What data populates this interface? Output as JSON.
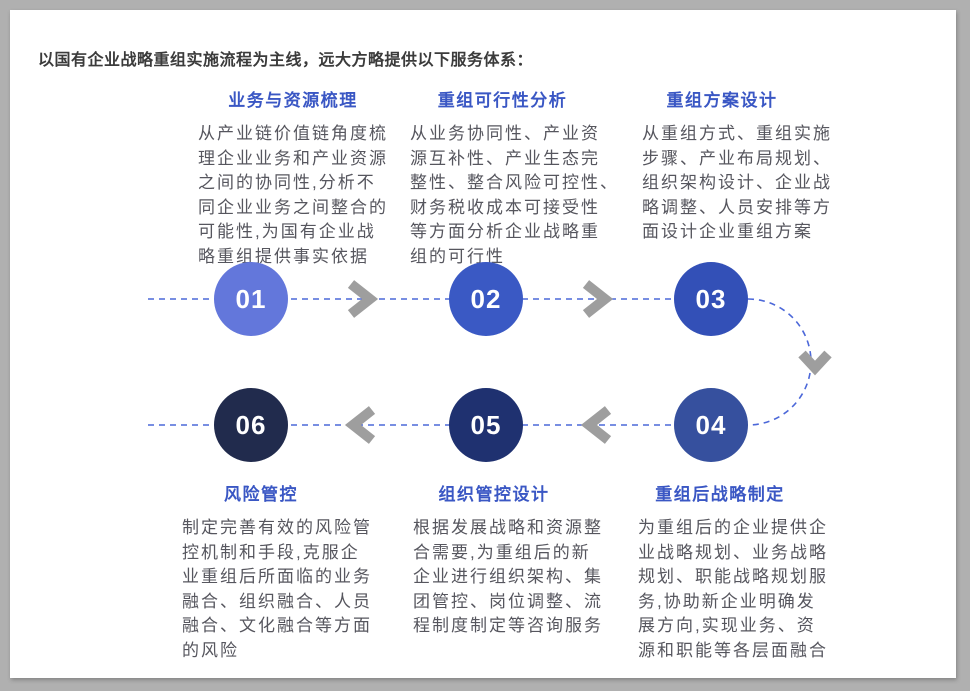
{
  "title": "以国有企业战略重组实施流程为主线，远大方略提供以下服务体系：",
  "theme": {
    "background": "#b0b0b0",
    "card_background": "#ffffff",
    "title_color": "#3b3b3b",
    "heading_color": "#3a57c4",
    "body_color": "#56565e"
  },
  "flow": {
    "dash_color": "#4c68d9",
    "arrow_color": "#9e9e9e",
    "number_color": "#ffffff"
  },
  "steps": [
    {
      "number": "01",
      "title": "业务与资源梳理",
      "description": "从产业链价值链角度梳\n理企业业务和产业资源\n之间的协同性,分析不\n同企业业务之间整合的\n可能性,为国有企业战\n略重组提供事实依据",
      "circle_color": "#6377db"
    },
    {
      "number": "02",
      "title": "重组可行性分析",
      "description": "从业务协同性、产业资\n源互补性、产业生态完\n整性、整合风险可控性、\n财务税收成本可接受性\n等方面分析企业战略重\n组的可行性",
      "circle_color": "#3a59c4"
    },
    {
      "number": "03",
      "title": "重组方案设计",
      "description": "从重组方式、重组实施\n步骤、产业布局规划、\n组织架构设计、企业战\n略调整、人员安排等方\n面设计企业重组方案",
      "circle_color": "#3350b7"
    },
    {
      "number": "04",
      "title": "重组后战略制定",
      "description": "为重组后的企业提供企\n业战略规划、业务战略\n规划、职能战略规划服\n务,协助新企业明确发\n展方向,实现业务、资\n源和职能等各层面融合",
      "circle_color": "#36509e"
    },
    {
      "number": "05",
      "title": "组织管控设计",
      "description": "根据发展战略和资源整\n合需要,为重组后的新\n企业进行组织架构、集\n团管控、岗位调整、流\n程制度制定等咨询服务",
      "circle_color": "#1f3170"
    },
    {
      "number": "06",
      "title": "风险管控",
      "description": "制定完善有效的风险管\n控机制和手段,克服企\n业重组后所面临的业务\n融合、组织融合、人员\n融合、文化融合等方面\n的风险",
      "circle_color": "#212b4d"
    }
  ]
}
